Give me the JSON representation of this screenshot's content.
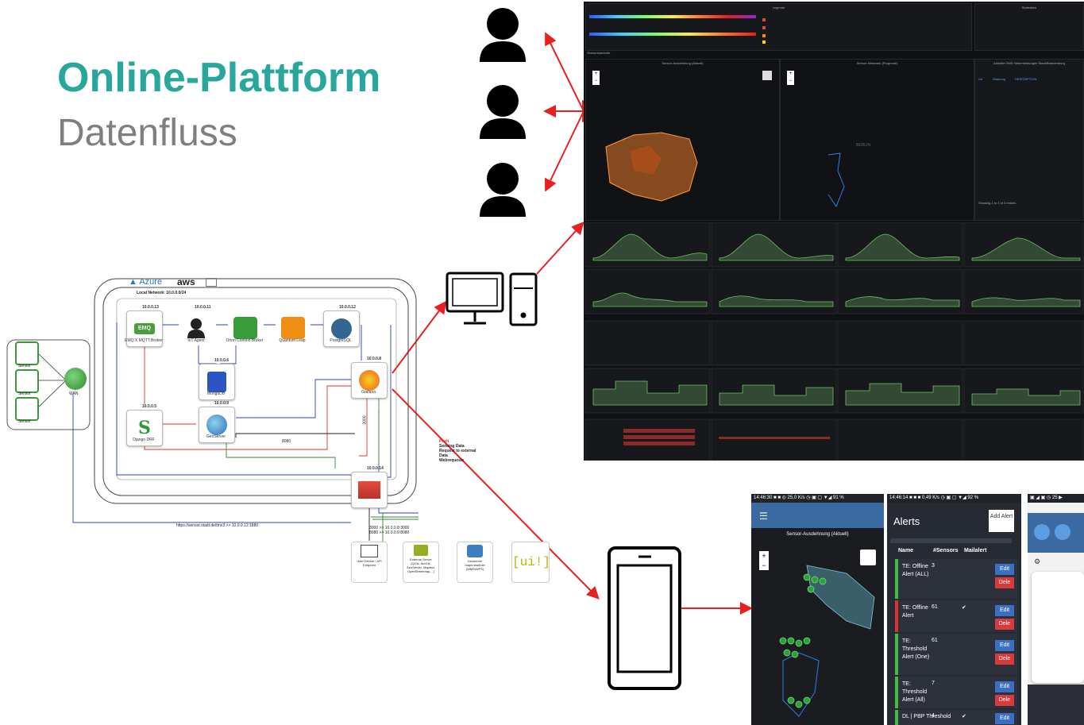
{
  "title": "Online-Plattform",
  "subtitle": "Datenfluss",
  "network": {
    "cloud_azure": "Azure",
    "cloud_aws": "aws",
    "local_network": "Local Network: 10.0.0.0/24",
    "nodes": [
      {
        "id": "emqx",
        "ip": "10.0.0.13",
        "label": "EMQ X MQTT Broker",
        "icon": "emqx-icon"
      },
      {
        "id": "iot_agent",
        "ip": "10.0.0.11",
        "label": "IoT Agent",
        "icon": "agent-icon"
      },
      {
        "id": "orion",
        "ip": "",
        "label": "Orion Context Broker",
        "icon": "orion-icon"
      },
      {
        "id": "quantum",
        "ip": "",
        "label": "Quantum Leap",
        "icon": "quantumleap-icon"
      },
      {
        "id": "postgres",
        "ip": "10.0.0.12",
        "label": "PostgreSQL",
        "icon": "postgres-icon"
      },
      {
        "id": "mongo",
        "ip": "10.0.0.6",
        "label": "MongoDB",
        "icon": "mongodb-icon"
      },
      {
        "id": "grafana",
        "ip": "10.0.0.8",
        "label": "Grafana",
        "icon": "grafana-icon"
      },
      {
        "id": "django",
        "ip": "10.0.0.5",
        "label": "Django DRF",
        "icon": "django-icon"
      },
      {
        "id": "geoserver",
        "ip": "10.0.0.9",
        "label": "GeoServer",
        "icon": "geoserver-icon"
      },
      {
        "id": "firewall",
        "ip": "10.0.0.14",
        "label": "",
        "icon": "firewall-icon"
      }
    ],
    "sensors": [
      "Sensor",
      "Sensor",
      "Sensor"
    ],
    "lorawan_label": "WAN",
    "link_8080": "8080",
    "link_3000": "3000",
    "url_label": "https://sensor.stadt.de/ttnv3 >> 10.0.0.12:1880",
    "port_map": "3000 >> 10.0.0.8:3000\n8080 >> 10.0.0.9:8080",
    "legend": [
      {
        "label": "Push",
        "color": "#e0302a"
      },
      {
        "label": "Sensing Data",
        "color": "#2c3fbf"
      },
      {
        "label": "Request to external Data",
        "color": "#2f8a3a"
      },
      {
        "label": "Webrequests",
        "color": "#111111"
      }
    ],
    "external": [
      {
        "label": "User Device / API Endpoint",
        "icon": "user-device-icon"
      },
      {
        "label": "External Server (QGis, ArcGis, GeoServer, Mapbox, OpenStreetmap,...)",
        "icon": "qgis-icon"
      },
      {
        "label": "Geoserver maps.stadt.de (WMS/WFS)",
        "icon": "geoserver-ext-icon"
      },
      {
        "label": "[ui!]",
        "icon": "ui-logo"
      }
    ]
  },
  "dashboard": {
    "legend_title": "Legende",
    "stats_title": "Statistiken",
    "section_label": "Sensorstandorte",
    "map1_title": "Sensor-Ausdehnung (Aktuell)",
    "map2_title": "Sensor-Netzwerk (Prognose)",
    "table_title": "Aktuelle DWD Warnmeldungen Stadt/Brandenburg",
    "table_headers": [
      "Art",
      "Warnung",
      "DESCRIPTION"
    ],
    "showing": "Showing 1 to 3 of 3 entries",
    "map_city": "BERLIN",
    "buttons": [
      "+",
      "−"
    ]
  },
  "mobile": {
    "status1": "14:46:30 ■ ■ ◎ 25,0 K/s ◷ ▣ ▢ ▼◢ 91 %",
    "status2": "14:46:14 ■ ■ ■ 0,49 K/s ◷ ▣ ▢ ▼◢ 92 %",
    "status3": "▣ ◢ ▣ ◷ 25 ▶",
    "map_title": "Sensor-Ausdehnung (Aktuell)",
    "alerts_title": "Alerts",
    "add_alert": "Add Alert",
    "columns": [
      "Name",
      "#Sensors",
      "Mailalert"
    ],
    "rows": [
      {
        "name": "TE: Offline Alert (ALL)",
        "sensors": "3",
        "mail": "",
        "color": "#3fbf3f"
      },
      {
        "name": "TE: Offline Alert",
        "sensors": "61",
        "mail": "✔",
        "color": "#d93434"
      },
      {
        "name": "TE: Threshold Alert (One)",
        "sensors": "61",
        "mail": "",
        "color": "#3fbf3f"
      },
      {
        "name": "TE: Threshold Alert (All)",
        "sensors": "7",
        "mail": "",
        "color": "#3fbf3f"
      },
      {
        "name": "DL | PBP Threshold",
        "sensors": "4",
        "mail": "✔",
        "color": "#3fbf3f"
      }
    ],
    "edit": "Edit",
    "delete": "Dele"
  }
}
